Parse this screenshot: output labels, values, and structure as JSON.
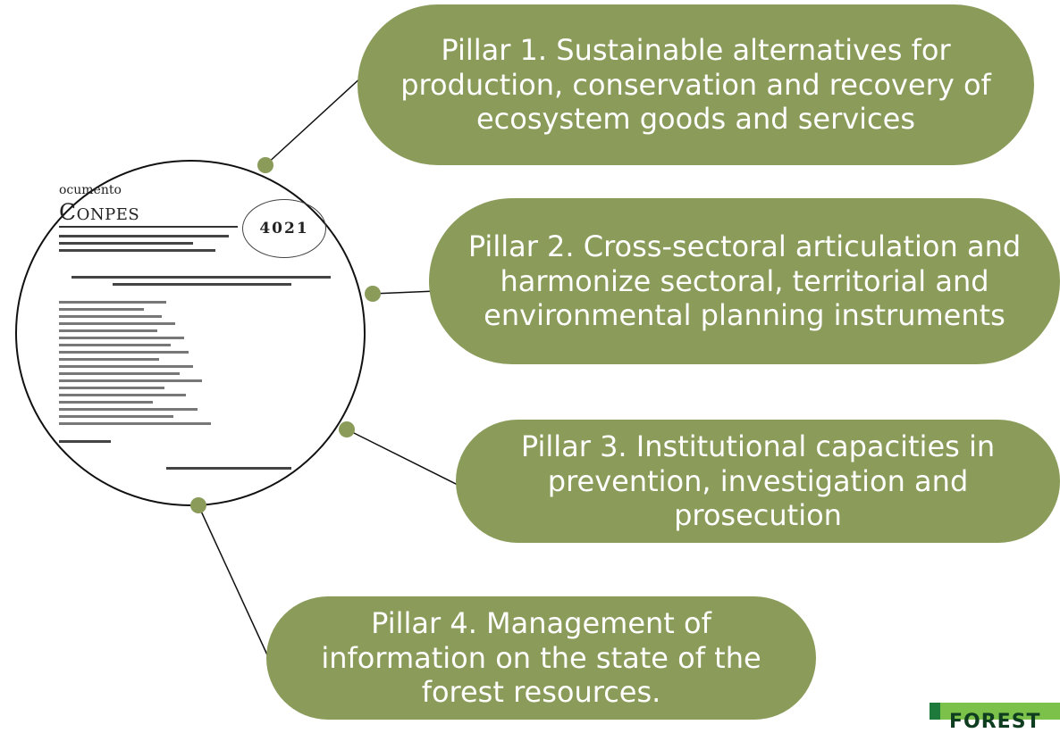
{
  "pillars": [
    {
      "label": "Pillar 1. Sustainable alternatives for production, conservation and recovery of ecosystem goods and services"
    },
    {
      "label": "Pillar 2. Cross-sectoral articulation and harmonize sectoral, territorial and environmental planning instruments"
    },
    {
      "label": "Pillar 3. Institutional capacities in prevention, investigation and prosecution"
    },
    {
      "label": "Pillar 4. Management of information on the state of the forest resources."
    }
  ],
  "document": {
    "kicker": "ocumento",
    "name": "Conpes",
    "number": "4021"
  },
  "logo": {
    "text": "FOREST"
  },
  "colors": {
    "pill": "#8a9b5a",
    "dot": "#8a9b5a",
    "logo": "#7cc24a"
  }
}
